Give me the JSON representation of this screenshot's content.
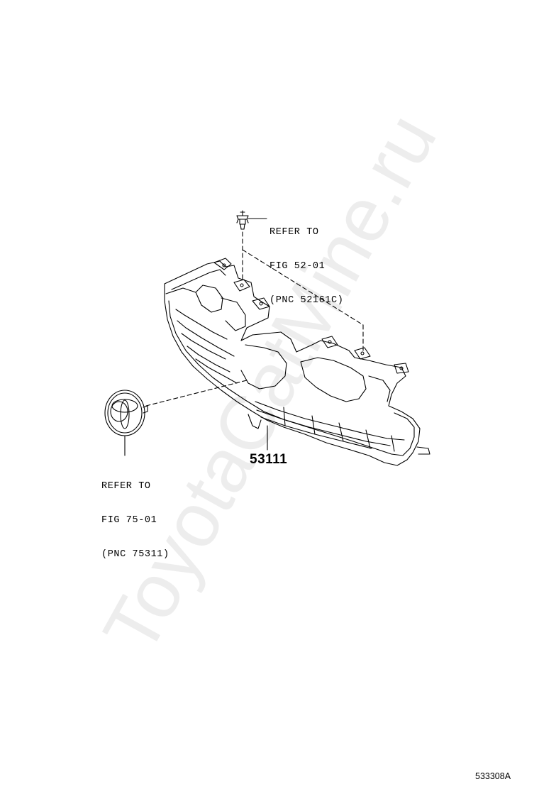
{
  "watermark": {
    "text": "ToyotaCatMine.ru"
  },
  "callouts": {
    "clip": {
      "line1": "REFER TO",
      "line2": "FIG 52-01",
      "line3": "(PNC 52161C)"
    },
    "emblem": {
      "line1": "REFER TO",
      "line2": "FIG 75-01",
      "line3": "(PNC 75311)"
    }
  },
  "part": {
    "number": "53111",
    "name_icon": "radiator-grille-icon"
  },
  "diagram_code": "533308A",
  "icons": {
    "clip": "push-clip-icon",
    "emblem": "toyota-emblem-icon"
  },
  "colors": {
    "line": "#000000",
    "background": "#ffffff"
  }
}
